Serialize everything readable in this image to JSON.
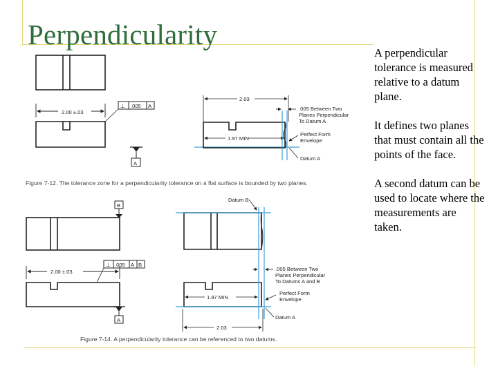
{
  "title": "Perpendicularity",
  "body_paragraphs": [
    "A perpendicular tolerance is measured relative to a datum plane.",
    "It defines two planes that must contain all the points of the face.",
    "A second datum can be used to locate where the measurements are taken."
  ],
  "figure_top": {
    "caption": "Figure 7-12. The tolerance zone for a perpendicularity tolerance on a flat surface is bounded by two planes.",
    "dim_width": "2.00  ±.03",
    "fcf_symbol": "⊥",
    "fcf_tolerance": ".005",
    "fcf_datum": "A",
    "datum_label": "A",
    "right_dim": "2.03",
    "min_label": "1.97  MIN",
    "zone_note": [
      ".005  Between  Two",
      "Planes  Perpendicular",
      "To  Datum  A"
    ],
    "envelope_note": [
      "Perfect  Form",
      "Envelope"
    ],
    "datum_note": "Datum  A"
  },
  "figure_bottom": {
    "caption": "Figure 7-14. A perpendicularity tolerance can be referenced to two datums.",
    "dim_width": "2.00  ±.03",
    "fcf_symbol": "⊥",
    "fcf_tolerance": ".005",
    "fcf_datum1": "A",
    "fcf_datum2": "B",
    "datum_a_label": "A",
    "datum_b_label": "B",
    "datum_b_note": "Datum  B",
    "zone_note": [
      ".005  Between  Two",
      "Planes  Perpendicular",
      "To  Datums  A  and  B"
    ],
    "envelope_note": [
      "Perfect  Form",
      "Envelope"
    ],
    "min_label": "1.97  MIN",
    "datum_note": "Datum  A",
    "right_dim": "2.03"
  }
}
